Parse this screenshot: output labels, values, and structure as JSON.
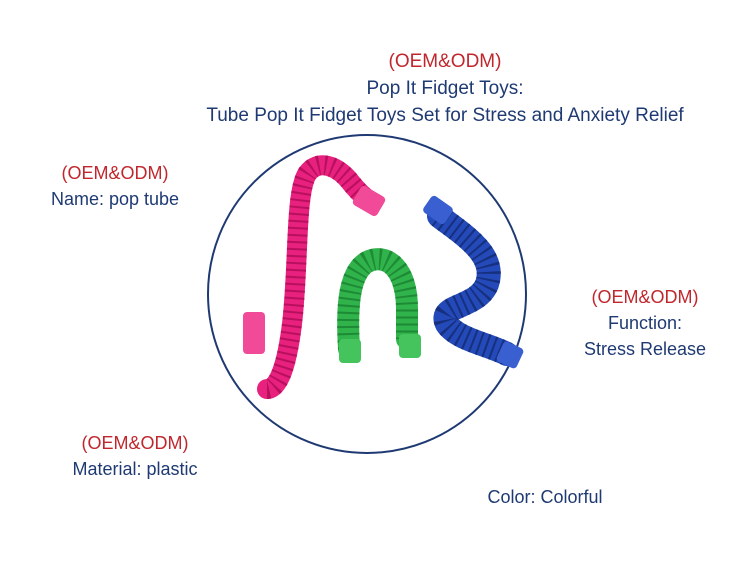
{
  "title": {
    "oem": "(OEM&ODM)",
    "line1": "Pop It Fidget Toys:",
    "line2": "Tube Pop It Fidget Toys Set for Stress and Anxiety Relief"
  },
  "name": {
    "oem": "(OEM&ODM)",
    "text": "Name:  pop tube"
  },
  "function": {
    "oem": "(OEM&ODM)",
    "line1": "Function:",
    "line2": "Stress Release"
  },
  "material": {
    "oem": "(OEM&ODM)",
    "text": "Material: plastic"
  },
  "color": {
    "text": "Color: Colorful"
  },
  "colors": {
    "text": "#1f3a73",
    "oem": "#c0272d",
    "tube_pink": "#e8207e",
    "tube_green": "#2fb34a",
    "tube_blue": "#2449b8"
  }
}
